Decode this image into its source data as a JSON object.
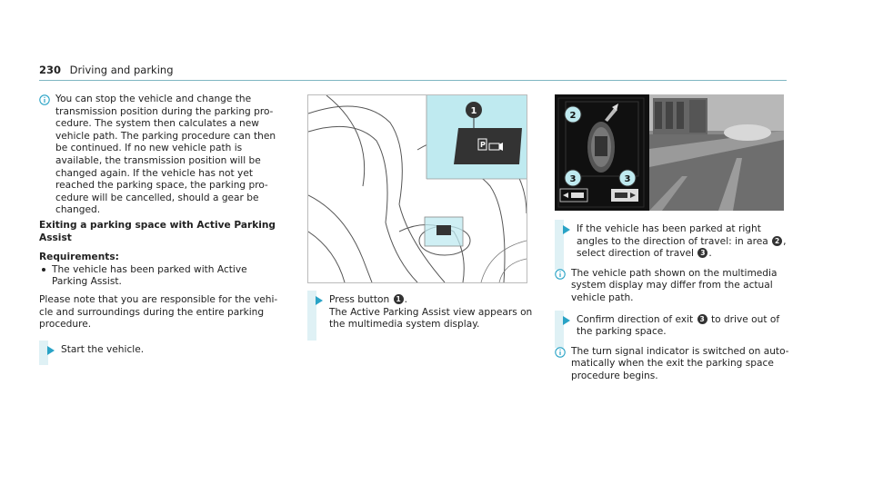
{
  "header": {
    "page_number": "230",
    "section": "Driving and parking"
  },
  "left": {
    "note_text": "You can stop the vehicle and change the transmission position during the parking pro­cedure. The system then calculates a new vehicle path. The parking procedure can then be continued. If no new vehicle path is available, the transmission position will be changed again. If the vehicle has not yet reached the parking space, the parking pro­cedure will be cancelled, should a gear be changed.",
    "heading": "Exiting a parking space with Active Parking Assist",
    "req_label": "Requirements:",
    "req_item": "The vehicle has been parked with Active Parking Assist.",
    "para": "Please note that you are responsible for the vehi­cle and surroundings during the entire parking procedure.",
    "step": "Start the vehicle."
  },
  "middle": {
    "step_pre": "Press button",
    "step_num": "1",
    "step_post": ".",
    "step_line2": "The Active Parking Assist view appears on the multimedia system display.",
    "img_num": "1"
  },
  "right": {
    "step1_pre": "If the vehicle has been parked at right angles to the direction of travel: in area",
    "step1_num_a": "2",
    "step1_mid": ", select direction of travel",
    "step1_num_b": "3",
    "step1_post": ".",
    "note1": "The vehicle path shown on the multimedia system display may differ from the actual vehicle path.",
    "step2_pre": "Confirm direction of exit",
    "step2_num": "3",
    "step2_post": "to drive out of the parking space.",
    "note2": "The turn signal indicator is switched on auto­matically when the exit the parking space procedure begins.",
    "img_num_a": "2",
    "img_num_b": "3",
    "img_num_c": "3"
  }
}
